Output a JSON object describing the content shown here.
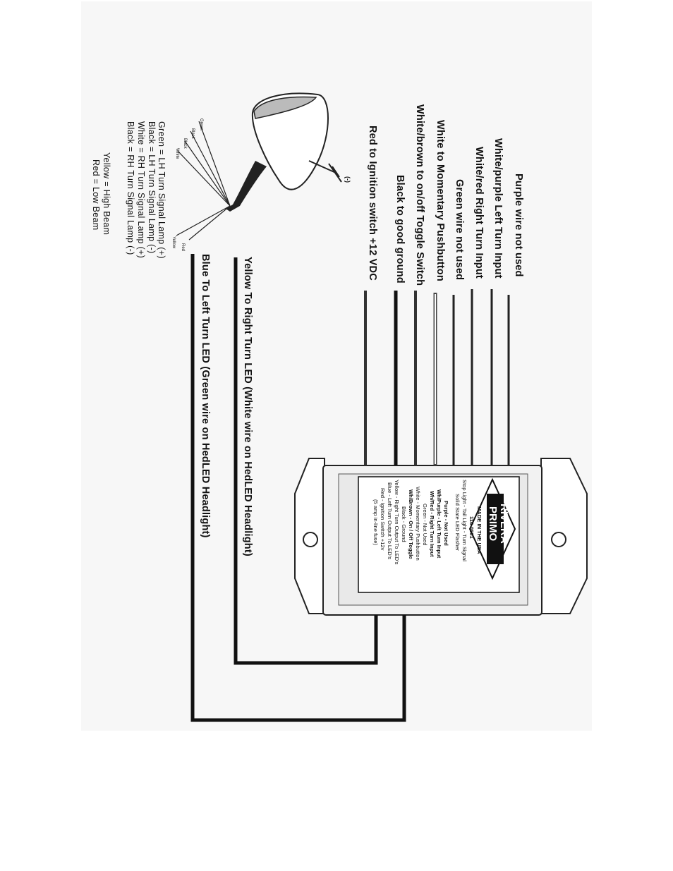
{
  "wire_labels": [
    "Purple wire not used",
    "White/purple Left Turn Input",
    "White/red Right Turn Input",
    "Green wire not used",
    "White to Momentary Pushbutton",
    "White/brown to on/off Toggle Switch",
    "Black to good ground",
    "Red to Ignition switch +12 VDC"
  ],
  "output_labels": {
    "yellow": "Yellow To Right Turn LED (White wire on HedLED Headlight)",
    "blue": "Blue To Left Turn LED (Green wire on HedLED Headlight)"
  },
  "headlight": {
    "ground_label": "(-)",
    "wire_tags": [
      "Green",
      "Black",
      "Black",
      "White",
      "Yellow",
      "Red"
    ],
    "legend": [
      "Green = LH Turn Signal Lamp (+)",
      "Black = LH Turn Signal Lamp (-)",
      "White = RH Turn Signal Lamp (+)",
      "Black = RH Turn Signal Lamp (-)"
    ],
    "beam_legend": [
      "Yellow = High Beam",
      "Red = Low Beam"
    ]
  },
  "module": {
    "brand": [
      "RIVERA",
      "PRIMO"
    ],
    "made_in": "MADE IN THE USA",
    "part_number": "116-0501",
    "title_lines": [
      "Stop Light - Tail Light - Turn Signal",
      "Solid State LED Flasher"
    ],
    "pinout": [
      "Purple - Not Used",
      "Wh/Purple - Left Turn Input",
      "Wh/Red - Right Turn Input",
      "Green - Not Used",
      "White - Momentary Pushbutton",
      "Wh/Brown - On / Off Toggle",
      "Black - Ground",
      "Yellow - Right Turn Output To LED's",
      "Blue - Left Turn Output To LED's",
      "Red - Ignition Switch +12v",
      "(5 amp in-line fuse)"
    ]
  }
}
